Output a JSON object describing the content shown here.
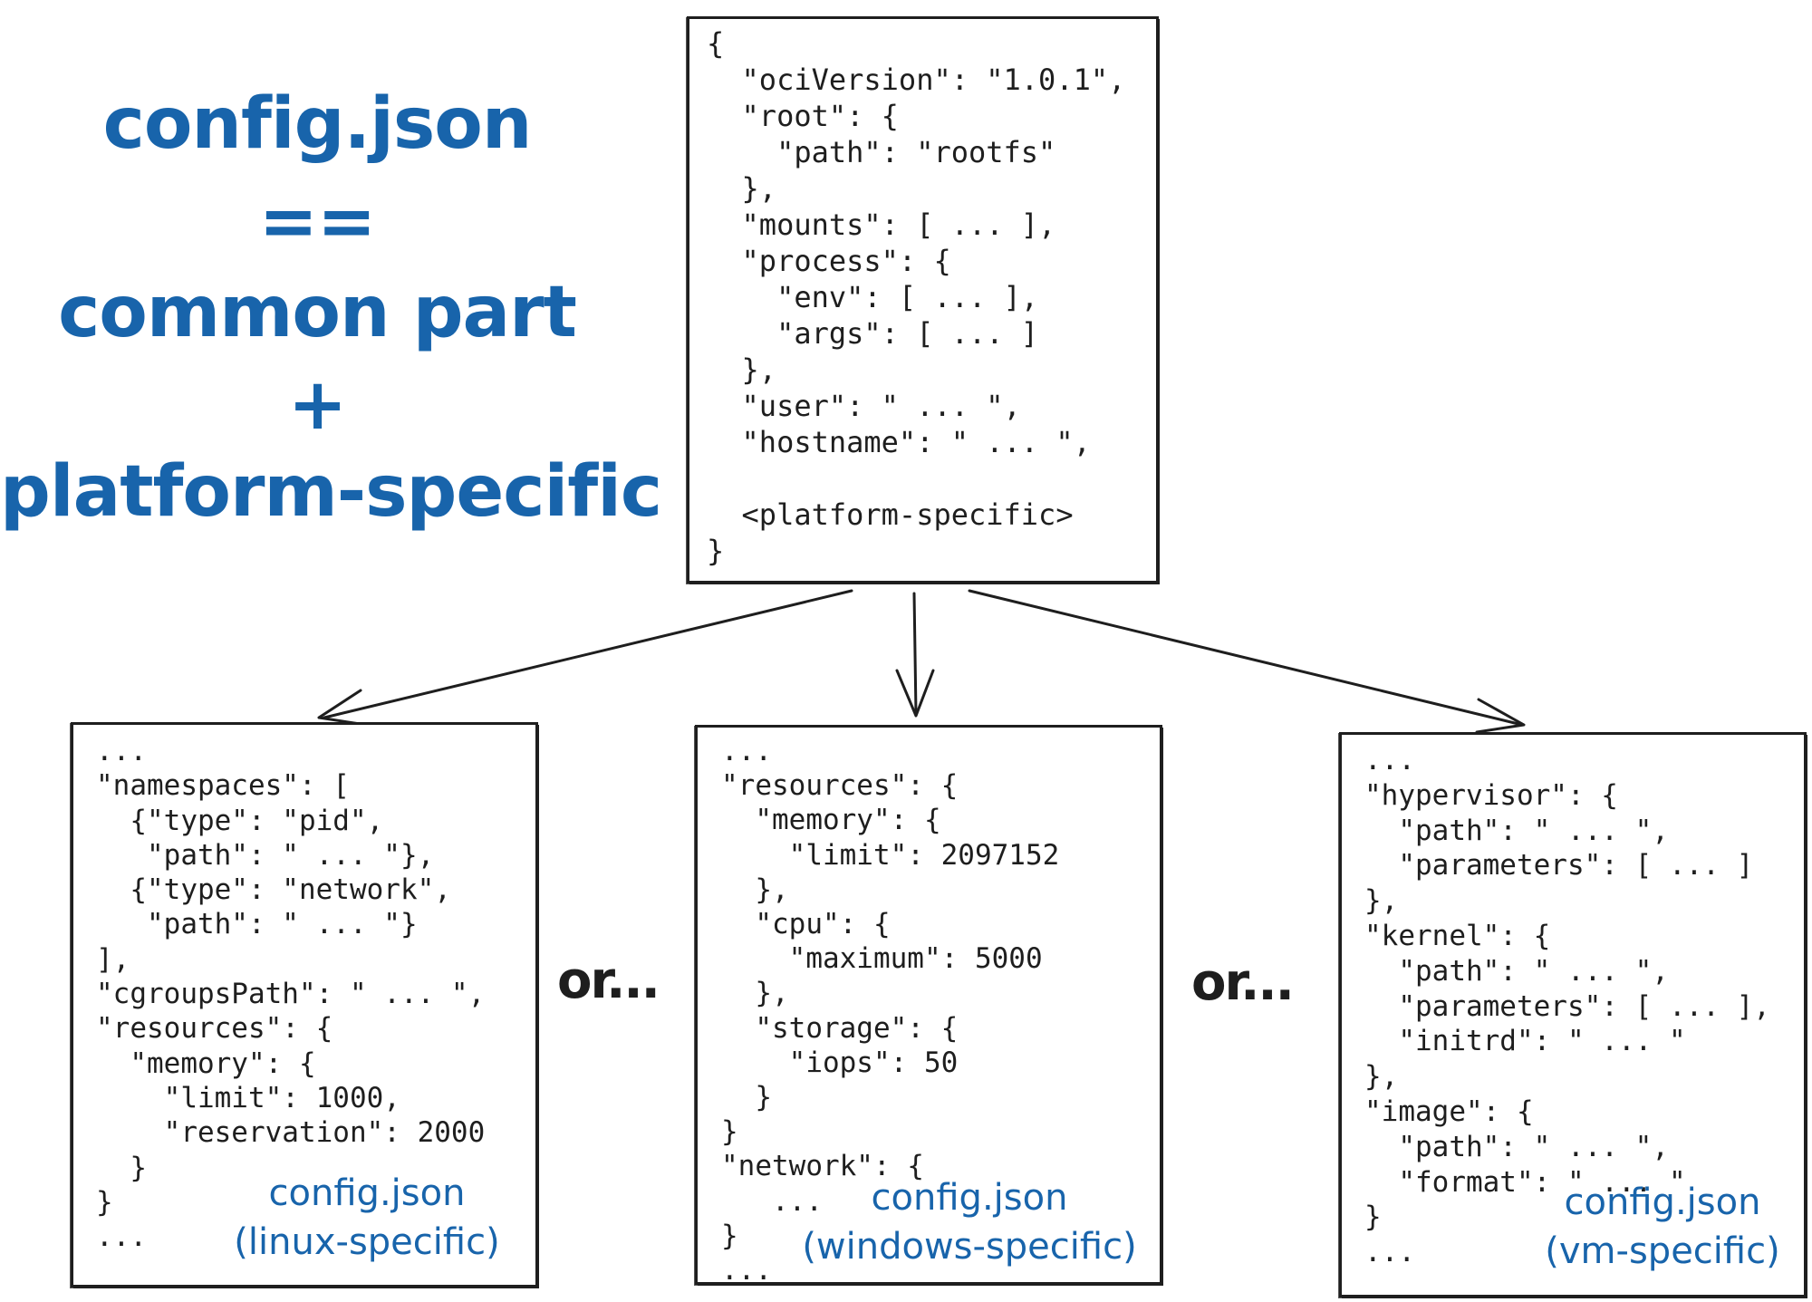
{
  "title": {
    "line1": "config.json",
    "line2": "==",
    "line3": "common part",
    "line4": "+",
    "line5": "platform-specific"
  },
  "common_box": {
    "code": "{\n  \"ociVersion\": \"1.0.1\",\n  \"root\": {\n    \"path\": \"rootfs\"\n  },\n  \"mounts\": [ ... ],\n  \"process\": {\n    \"env\": [ ... ],\n    \"args\": [ ... ]\n  },\n  \"user\": \" ... \",\n  \"hostname\": \" ... \",\n\n  <platform-specific>\n}"
  },
  "linux_box": {
    "code": "...\n\"namespaces\": [\n  {\"type\": \"pid\",\n   \"path\": \" ... \"},\n  {\"type\": \"network\",\n   \"path\": \" ... \"}\n],\n\"cgroupsPath\": \" ... \",\n\"resources\": {\n  \"memory\": {\n    \"limit\": 1000,\n    \"reservation\": 2000\n  }\n}\n...",
    "caption_line1": "config.json",
    "caption_line2": "(linux-specific)"
  },
  "windows_box": {
    "code": "...\n\"resources\": {\n  \"memory\": {\n    \"limit\": 2097152\n  },\n  \"cpu\": {\n    \"maximum\": 5000\n  },\n  \"storage\": {\n    \"iops\": 50\n  }\n}\n\"network\": {\n   ...\n}\n...",
    "caption_line1": "config.json",
    "caption_line2": "(windows-specific)"
  },
  "vm_box": {
    "code": "...\n\"hypervisor\": {\n  \"path\": \" ... \",\n  \"parameters\": [ ... ]\n},\n\"kernel\": {\n  \"path\": \" ... \",\n  \"parameters\": [ ... ],\n  \"initrd\": \" ... \"\n},\n\"image\": {\n  \"path\": \" ... \",\n  \"format\": \" ... \"\n}\n...",
    "caption_line1": "config.json",
    "caption_line2": "(vm-specific)"
  },
  "or_left": "or...",
  "or_right": "or...",
  "colors": {
    "handwriting": "#1864ab",
    "ink": "#1e1e1e"
  }
}
